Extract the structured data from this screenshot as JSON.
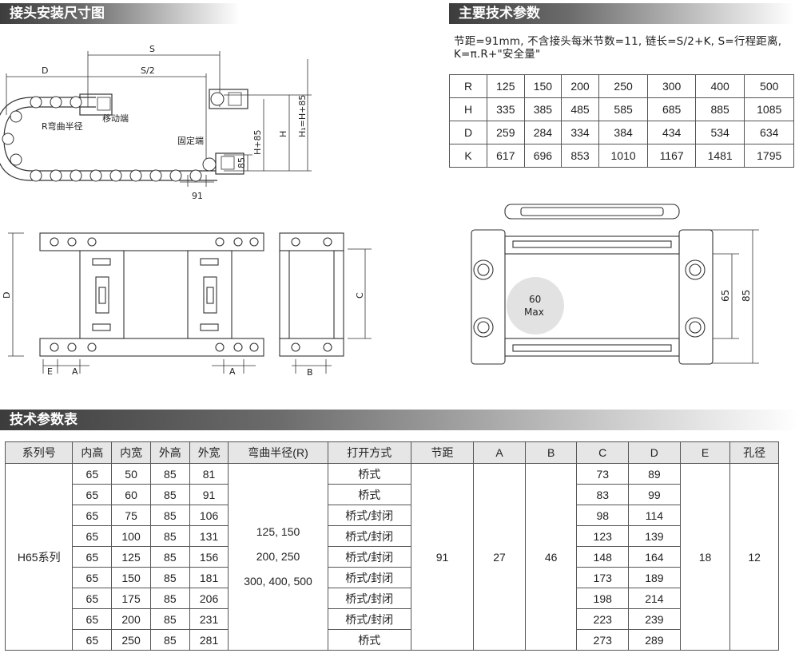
{
  "sections": {
    "install": "接头安装尺寸图",
    "main_params": "主要技术参数",
    "spec_table": "技术参数表"
  },
  "params_text": "节距=91mm, 不含接头每米节数=11, 链长=S/2+K, S=行程距离, K=π.R+\"安全量\"",
  "param_table": {
    "rows": [
      {
        "label": "R",
        "values": [
          "125",
          "150",
          "200",
          "250",
          "300",
          "400",
          "500"
        ]
      },
      {
        "label": "H",
        "values": [
          "335",
          "385",
          "485",
          "585",
          "685",
          "885",
          "1085"
        ]
      },
      {
        "label": "D",
        "values": [
          "259",
          "284",
          "334",
          "384",
          "434",
          "534",
          "634"
        ]
      },
      {
        "label": "K",
        "values": [
          "617",
          "696",
          "853",
          "1010",
          "1167",
          "1481",
          "1795"
        ]
      }
    ]
  },
  "drawing_labels": {
    "s": "S",
    "s_half": "S/2",
    "d": "D",
    "r_label": "R弯曲半径",
    "moving_end": "移动端",
    "fixed_end": "固定端",
    "pitch": "91",
    "h85": "85",
    "h": "H",
    "h_plus_85": "H+85",
    "h1": "H₁=H+85",
    "d_side": "D",
    "e": "E",
    "a1": "A",
    "a2": "A",
    "c": "C",
    "b": "B",
    "dim65": "65",
    "dim85": "85",
    "max_num": "60",
    "max_word": "Max"
  },
  "spec_table": {
    "headers": [
      "系列号",
      "内高",
      "内宽",
      "外高",
      "外宽",
      "弯曲半径(R)",
      "打开方式",
      "节距",
      "A",
      "B",
      "C",
      "D",
      "E",
      "孔径"
    ],
    "series": "H65系列",
    "radius_lines": [
      "125, 150",
      "200, 250",
      "300, 400, 500"
    ],
    "pitch": "91",
    "a": "27",
    "b": "46",
    "e": "18",
    "hole": "12",
    "rows": [
      {
        "inner_h": "65",
        "inner_w": "50",
        "outer_h": "85",
        "outer_w": "81",
        "open": "桥式",
        "c": "73",
        "d": "89"
      },
      {
        "inner_h": "65",
        "inner_w": "60",
        "outer_h": "85",
        "outer_w": "91",
        "open": "桥式",
        "c": "83",
        "d": "99"
      },
      {
        "inner_h": "65",
        "inner_w": "75",
        "outer_h": "85",
        "outer_w": "106",
        "open": "桥式/封闭",
        "c": "98",
        "d": "114"
      },
      {
        "inner_h": "65",
        "inner_w": "100",
        "outer_h": "85",
        "outer_w": "131",
        "open": "桥式/封闭",
        "c": "123",
        "d": "139"
      },
      {
        "inner_h": "65",
        "inner_w": "125",
        "outer_h": "85",
        "outer_w": "156",
        "open": "桥式/封闭",
        "c": "148",
        "d": "164"
      },
      {
        "inner_h": "65",
        "inner_w": "150",
        "outer_h": "85",
        "outer_w": "181",
        "open": "桥式/封闭",
        "c": "173",
        "d": "189"
      },
      {
        "inner_h": "65",
        "inner_w": "175",
        "outer_h": "85",
        "outer_w": "206",
        "open": "桥式/封闭",
        "c": "198",
        "d": "214"
      },
      {
        "inner_h": "65",
        "inner_w": "200",
        "outer_h": "85",
        "outer_w": "231",
        "open": "桥式/封闭",
        "c": "223",
        "d": "239"
      },
      {
        "inner_h": "65",
        "inner_w": "250",
        "outer_h": "85",
        "outer_w": "281",
        "open": "桥式",
        "c": "273",
        "d": "289"
      }
    ]
  }
}
